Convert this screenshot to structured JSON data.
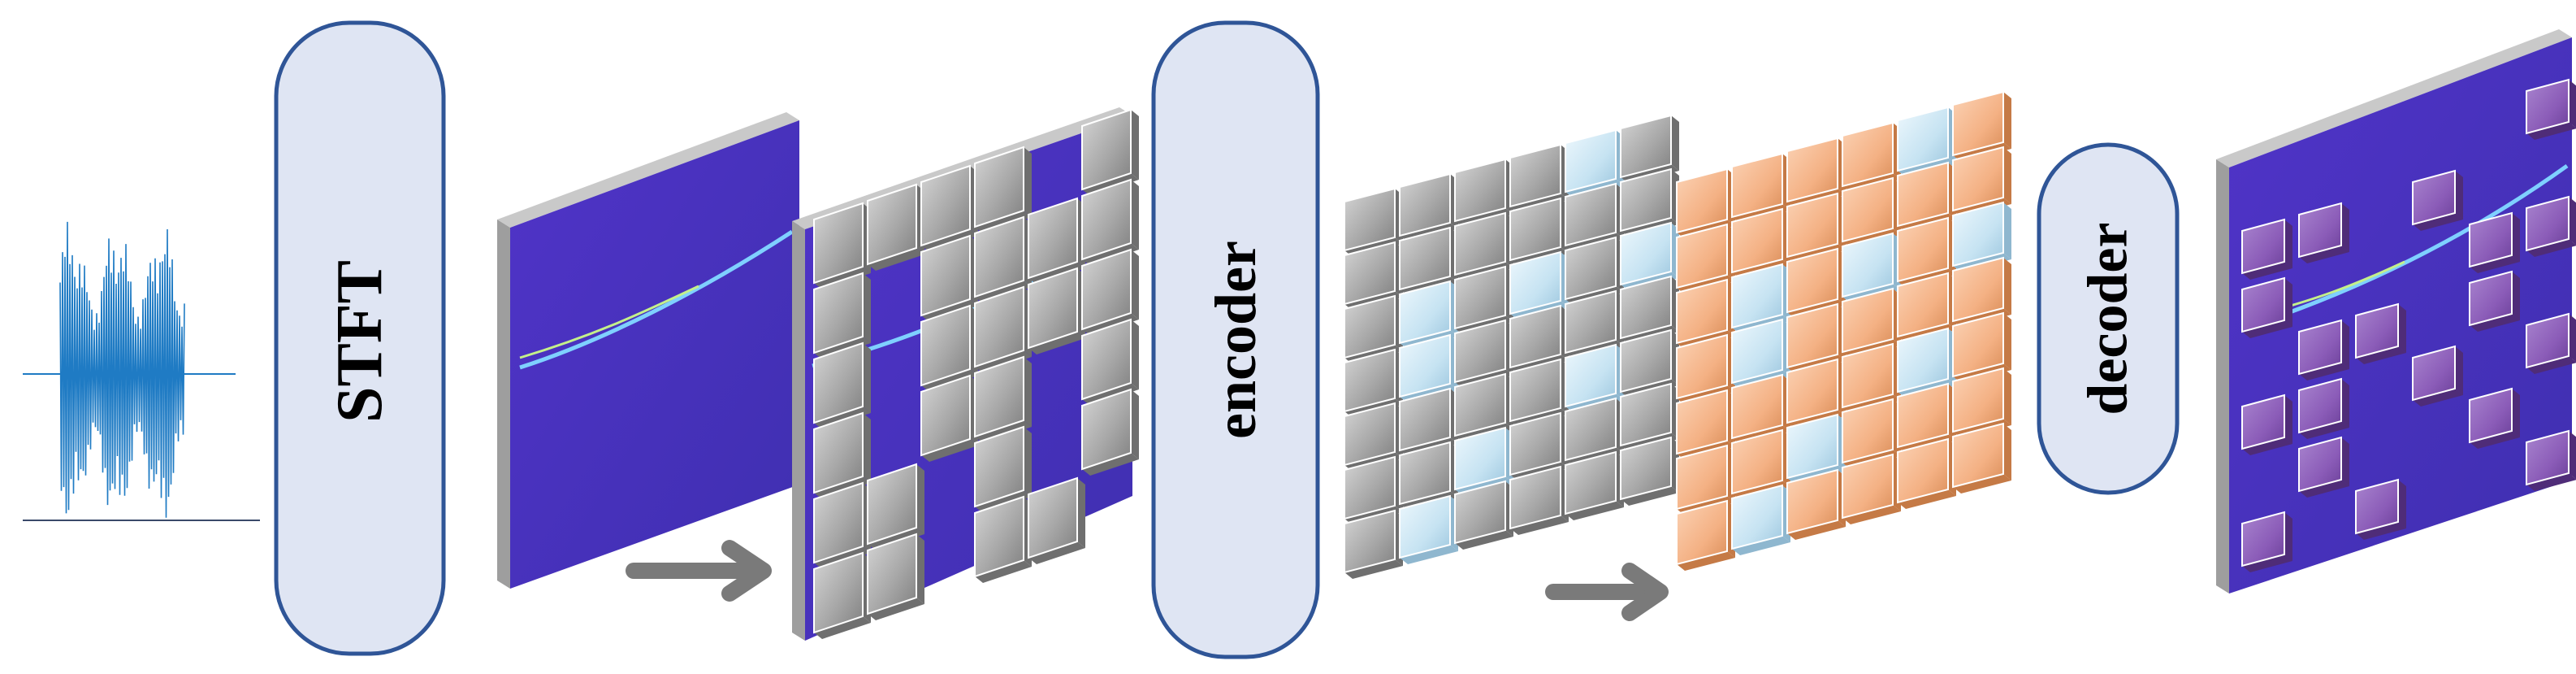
{
  "labels": {
    "stft": "STFT",
    "encoder": "encoder",
    "decoder": "decoder"
  },
  "colors": {
    "signal": "#1f7bc4",
    "pill_fill": "#dfe5f3",
    "pill_stroke": "#2f5597",
    "spectrogram_bg": "#4a33bd",
    "chirp": "#7fd0ff",
    "patch_gray": "#9a9a9a",
    "patch_light_blue": "#c6e3f2",
    "patch_orange": "#f4b184",
    "patch_purple": "#8b5cb8",
    "arrow": "#7a7a7a"
  },
  "grids": {
    "masked_spectrogram": [
      [
        1,
        1,
        1,
        1,
        0,
        1
      ],
      [
        1,
        0,
        1,
        1,
        1,
        1
      ],
      [
        1,
        0,
        1,
        1,
        1,
        1
      ],
      [
        1,
        0,
        1,
        1,
        0,
        1
      ],
      [
        1,
        1,
        0,
        1,
        0,
        1
      ],
      [
        1,
        1,
        0,
        1,
        1,
        0
      ]
    ],
    "encoder_input": [
      [
        0,
        0,
        0,
        0,
        1,
        0
      ],
      [
        0,
        0,
        0,
        0,
        0,
        0
      ],
      [
        0,
        1,
        0,
        1,
        0,
        1
      ],
      [
        0,
        1,
        0,
        0,
        0,
        0
      ],
      [
        0,
        0,
        0,
        0,
        1,
        0
      ],
      [
        0,
        0,
        1,
        0,
        0,
        0
      ],
      [
        0,
        1,
        0,
        0,
        0,
        0
      ]
    ],
    "encoder_output": [
      [
        0,
        0,
        0,
        0,
        1,
        0
      ],
      [
        0,
        0,
        0,
        0,
        0,
        0
      ],
      [
        0,
        1,
        0,
        1,
        0,
        1
      ],
      [
        0,
        1,
        0,
        0,
        0,
        0
      ],
      [
        0,
        0,
        0,
        0,
        1,
        0
      ],
      [
        0,
        0,
        1,
        0,
        0,
        0
      ],
      [
        0,
        1,
        0,
        0,
        0,
        0
      ]
    ],
    "decoder_output": [
      [
        0,
        0,
        0,
        0,
        0,
        1
      ],
      [
        1,
        1,
        0,
        1,
        0,
        0
      ],
      [
        1,
        0,
        0,
        0,
        1,
        1
      ],
      [
        0,
        1,
        1,
        0,
        1,
        0
      ],
      [
        1,
        1,
        0,
        1,
        0,
        1
      ],
      [
        0,
        1,
        0,
        0,
        1,
        0
      ],
      [
        1,
        0,
        1,
        0,
        0,
        1
      ]
    ]
  }
}
